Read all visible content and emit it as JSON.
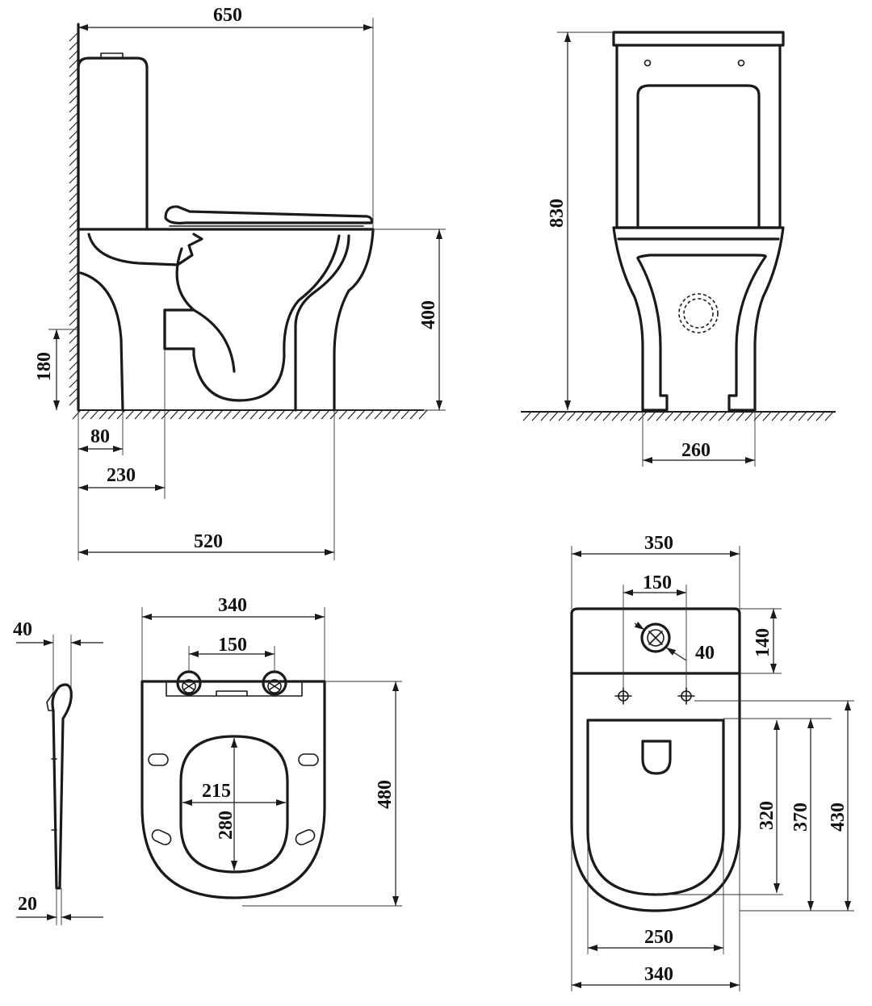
{
  "drawing": {
    "side_view": {
      "overall_depth": "650",
      "pan_height": "400",
      "outlet_height": "180",
      "wall_offset_1": "80",
      "wall_offset_2": "230",
      "pan_depth": "520"
    },
    "front_view": {
      "overall_height": "830",
      "base_width": "260"
    },
    "seat_side_view": {
      "top_thickness": "40",
      "bottom_thickness": "20"
    },
    "seat_top_view": {
      "overall_width": "340",
      "hinge_spacing": "150",
      "opening_width": "215",
      "opening_length": "280",
      "overall_length": "480"
    },
    "top_view": {
      "tank_width": "350",
      "button_spacing": "150",
      "tank_depth": "140",
      "button_diameter": "40",
      "inner_length": "320",
      "mid_length": "370",
      "bowl_length": "430",
      "bowl_inner_width": "250",
      "bowl_width": "340"
    }
  }
}
